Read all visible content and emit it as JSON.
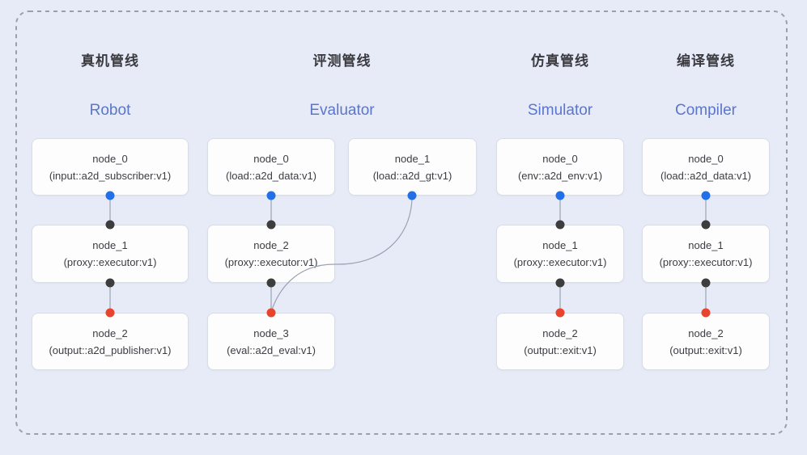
{
  "pipelines": [
    {
      "title_zh": "真机管线",
      "title_en": "Robot",
      "nodes": [
        {
          "name": "node_0",
          "type": "(input::a2d_subscriber:v1)"
        },
        {
          "name": "node_1",
          "type": "(proxy::executor:v1)"
        },
        {
          "name": "node_2",
          "type": "(output::a2d_publisher:v1)"
        }
      ]
    },
    {
      "title_zh": "评测管线",
      "title_en": "Evaluator",
      "nodes": [
        {
          "name": "node_0",
          "type": "(load::a2d_data:v1)"
        },
        {
          "name": "node_1",
          "type": "(load::a2d_gt:v1)"
        },
        {
          "name": "node_2",
          "type": "(proxy::executor:v1)"
        },
        {
          "name": "node_3",
          "type": "(eval::a2d_eval:v1)"
        }
      ]
    },
    {
      "title_zh": "仿真管线",
      "title_en": "Simulator",
      "nodes": [
        {
          "name": "node_0",
          "type": "(env::a2d_env:v1)"
        },
        {
          "name": "node_1",
          "type": "(proxy::executor:v1)"
        },
        {
          "name": "node_2",
          "type": "(output::exit:v1)"
        }
      ]
    },
    {
      "title_zh": "编译管线",
      "title_en": "Compiler",
      "nodes": [
        {
          "name": "node_0",
          "type": "(load::a2d_data:v1)"
        },
        {
          "name": "node_1",
          "type": "(proxy::executor:v1)"
        },
        {
          "name": "node_2",
          "type": "(output::exit:v1)"
        }
      ]
    }
  ],
  "colors": {
    "background": "#e7ebf7",
    "node_fill": "#fdfdfe",
    "node_border": "#d9dde6",
    "node_text": "#3c3c42",
    "title": "#3a3a40",
    "subtitle": "#5b76c9",
    "edge": "#99a3b2",
    "input_port": "#2270e8",
    "mid_port": "#3d3d3d",
    "output_port": "#e8432c",
    "dashed_border": "#9aa0ab"
  }
}
